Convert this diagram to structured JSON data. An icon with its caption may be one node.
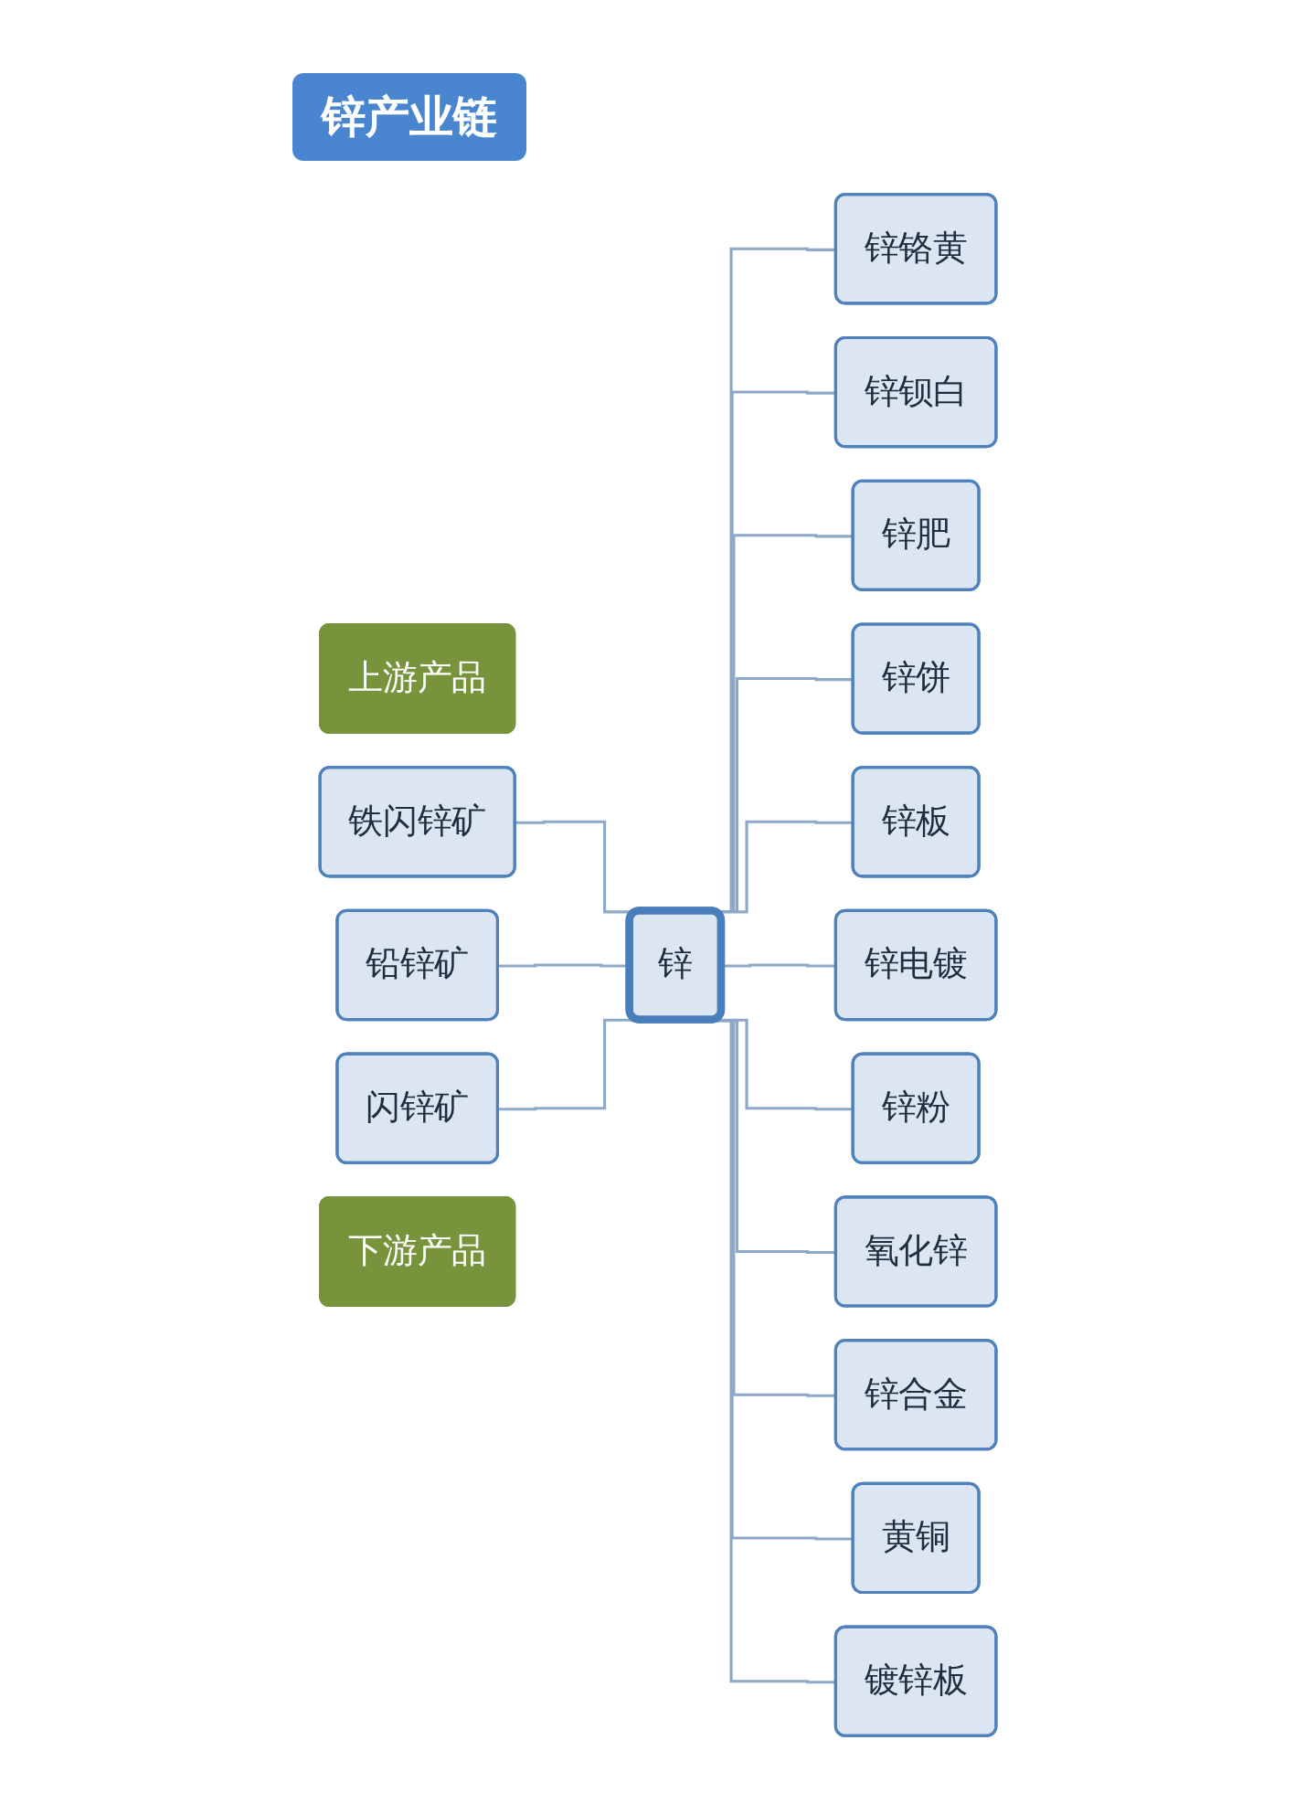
{
  "diagram": {
    "title": "锌产业链",
    "nodes": [
      {
        "text": [
          "上游产品"
        ]
      },
      {
        "text": [
          "铁闪锌矿"
        ]
      },
      {
        "text": [
          "铅锌矿"
        ]
      },
      {
        "text": [
          "闪锌矿"
        ]
      },
      {
        "text": [
          "锌"
        ]
      },
      {
        "text": [
          "锌铬黄"
        ]
      },
      {
        "text": [
          "锌钡白"
        ]
      },
      {
        "text": [
          "锌肥"
        ]
      },
      {
        "text": [
          "锌饼"
        ]
      },
      {
        "text": [
          "锌板"
        ]
      },
      {
        "text": [
          "锌电镀"
        ]
      },
      {
        "text": [
          "锌粉"
        ]
      },
      {
        "text": [
          "氧化锌"
        ]
      },
      {
        "text": [
          "锌合金"
        ]
      },
      {
        "text": [
          "黄铜"
        ]
      },
      {
        "text": [
          "镀锌板"
        ]
      },
      {
        "text": [
          "下游产品"
        ]
      }
    ],
    "edges": [
      {
        "from": 1,
        "to": 4,
        "arrow": "none"
      },
      {
        "from": 2,
        "to": 4,
        "arrow": "none"
      },
      {
        "from": 3,
        "to": 4,
        "arrow": "none"
      },
      {
        "from": 4,
        "to": 5,
        "arrow": "none"
      },
      {
        "from": 4,
        "to": 6,
        "arrow": "none"
      },
      {
        "from": 4,
        "to": 7,
        "arrow": "none"
      },
      {
        "from": 4,
        "to": 8,
        "arrow": "none"
      },
      {
        "from": 4,
        "to": 9,
        "arrow": "none"
      },
      {
        "from": 4,
        "to": 10,
        "arrow": "none"
      },
      {
        "from": 4,
        "to": 11,
        "arrow": "none"
      },
      {
        "from": 4,
        "to": 12,
        "arrow": "none"
      },
      {
        "from": 4,
        "to": 13,
        "arrow": "none"
      },
      {
        "from": 4,
        "to": 14,
        "arrow": "none"
      },
      {
        "from": 4,
        "to": 15,
        "arrow": "none"
      }
    ]
  }
}
